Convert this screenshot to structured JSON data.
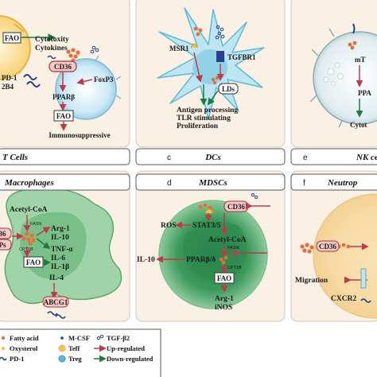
{
  "panels": {
    "a": {
      "letter": "",
      "title": "T Cells",
      "labels": {
        "fao_top": "FAO",
        "cytotoxicity": "Cytotoxity",
        "cytokines": "Cytokines",
        "pd1": "PD-1",
        "twob4": "2B4",
        "cd36": "CD36",
        "foxp3": "FoxP3",
        "ppar": "PPARβ",
        "fao_mid": "FAO",
        "immuno": "Immunosuppressive"
      }
    },
    "c": {
      "letter": "c",
      "title": "DCs",
      "labels": {
        "msr1": "MSR1",
        "tgfbr1": "TGFBR1",
        "lds": "LDs",
        "line1": "Antigen processing",
        "line2": "TLR stimulating",
        "line3": "Proliferation"
      }
    },
    "e": {
      "letter": "e",
      "title": "NK ce",
      "labels": {
        "mt": "mT",
        "ppa": "PPA",
        "cyto": "Cytot"
      }
    },
    "b": {
      "letter": "",
      "title": "Macrophages",
      "labels": {
        "acetyl": "Acetyl-CoA",
        "fasn": "FASN",
        "arg1": "Arg-1",
        "il10": "IL-10",
        "cpt1b": "CPT1B",
        "tnf": "TNF-α",
        "il6": "IL-6",
        "il1b": "IL-1β",
        "fao": "FAO",
        "il4": "IL-4",
        "abcg1": "ABCG1",
        "d36": "36",
        "ps": "Ps"
      }
    },
    "d": {
      "letter": "d",
      "title": "MDSCs",
      "labels": {
        "cd36": "CD36",
        "ros": "ROS",
        "stat": "STAT3/5",
        "acetyl": "Acetyl-CoA",
        "fasn": "FASN",
        "il10": "IL-10",
        "ppar": "PPARβ/δ",
        "cpt1b": "CPT1B",
        "fao": "FAO",
        "arg1": "Arg-1",
        "inos": "iNOS"
      }
    },
    "f": {
      "letter": "f",
      "title": "Neutrop",
      "labels": {
        "cd36": "CD36",
        "migration": "Migration",
        "cxcr2": "CXCR2"
      }
    }
  },
  "legend": {
    "fatty_acid": "Fatty acid",
    "oxysterol": "Oxysterol",
    "pd1": "PD-1",
    "mcsf": "M-CSF",
    "teff": "Teff",
    "treg": "Treg",
    "tgfb2": "TGF-β2",
    "up": "Up-regulated",
    "down": "Down-regulated"
  },
  "colors": {
    "panel_bg": "#faf1e4",
    "arrow_up": "#c0394b",
    "arrow_down": "#1e7a3c",
    "fatty_acid": "#e2703a",
    "receptor_fill": "#f5c9c9",
    "receptor_stroke": "#b03030",
    "mdsc_green": "#3c9a5c",
    "dc_cyan": "#5bbcd8",
    "teff_yellow": "#f5c14b"
  }
}
